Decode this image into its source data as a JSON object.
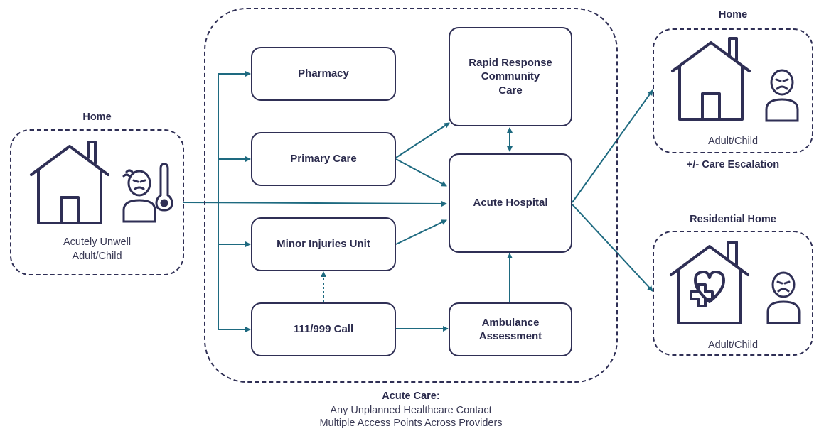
{
  "left_panel": {
    "header": "Home",
    "caption_line1": "Acutely Unwell",
    "caption_line2": "Adult/Child"
  },
  "acute_care": {
    "nodes": {
      "pharmacy": "Pharmacy",
      "primary_care": "Primary Care",
      "minor_injuries": "Minor Injuries Unit",
      "call": "111/999 Call",
      "rapid_line1": "Rapid Response",
      "rapid_line2": "Community",
      "rapid_line3": "Care",
      "acute_hospital": "Acute Hospital",
      "ambulance_line1": "Ambulance",
      "ambulance_line2": "Assessment"
    },
    "footer_title": "Acute Care:",
    "footer_line1": "Any Unplanned Healthcare Contact",
    "footer_line2": "Multiple Access Points Across Providers"
  },
  "right_top": {
    "header": "Home",
    "caption": "Adult/Child",
    "note": "+/- Care Escalation"
  },
  "right_bottom": {
    "header": "Residential Home",
    "caption": "Adult/Child"
  },
  "colors": {
    "arrow": "#1e6a80",
    "outline": "#2f2f55"
  },
  "icons": [
    "house-icon",
    "sick-person-icon",
    "thermometer-icon",
    "sad-person-icon",
    "care-home-icon"
  ]
}
